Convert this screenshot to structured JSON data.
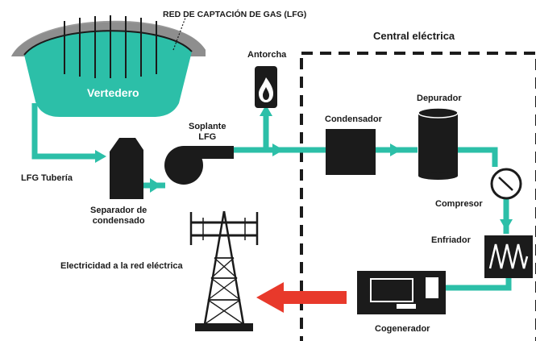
{
  "labels": {
    "red_captacion": "RED DE CAPTACIÓN DE GAS (LFG)",
    "central": "Central eléctrica",
    "vertedero": "Vertedero",
    "antorcha": "Antorcha",
    "soplante": "Soplante\nLFG",
    "condensador": "Condensador",
    "depurador": "Depurador",
    "tuberia": "LFG Tubería",
    "separador": "Separador de\ncondensado",
    "compresor": "Compresor",
    "enfriador": "Enfriador",
    "electricidad": "Electricidad a la red eléctrica",
    "cogenerador": "Cogenerador"
  },
  "colors": {
    "pipe": "#2cbfa8",
    "landfill": "#2cbfa8",
    "dome": "#999999",
    "equipment": "#1b1b1b",
    "power_arrow": "#e8392b",
    "boundary": "#1b1b1b"
  },
  "icons": {
    "flame": "flame-icon",
    "gauge": "gauge-icon",
    "zigzag": "zigzag-icon",
    "tower": "transmission-tower-icon"
  }
}
